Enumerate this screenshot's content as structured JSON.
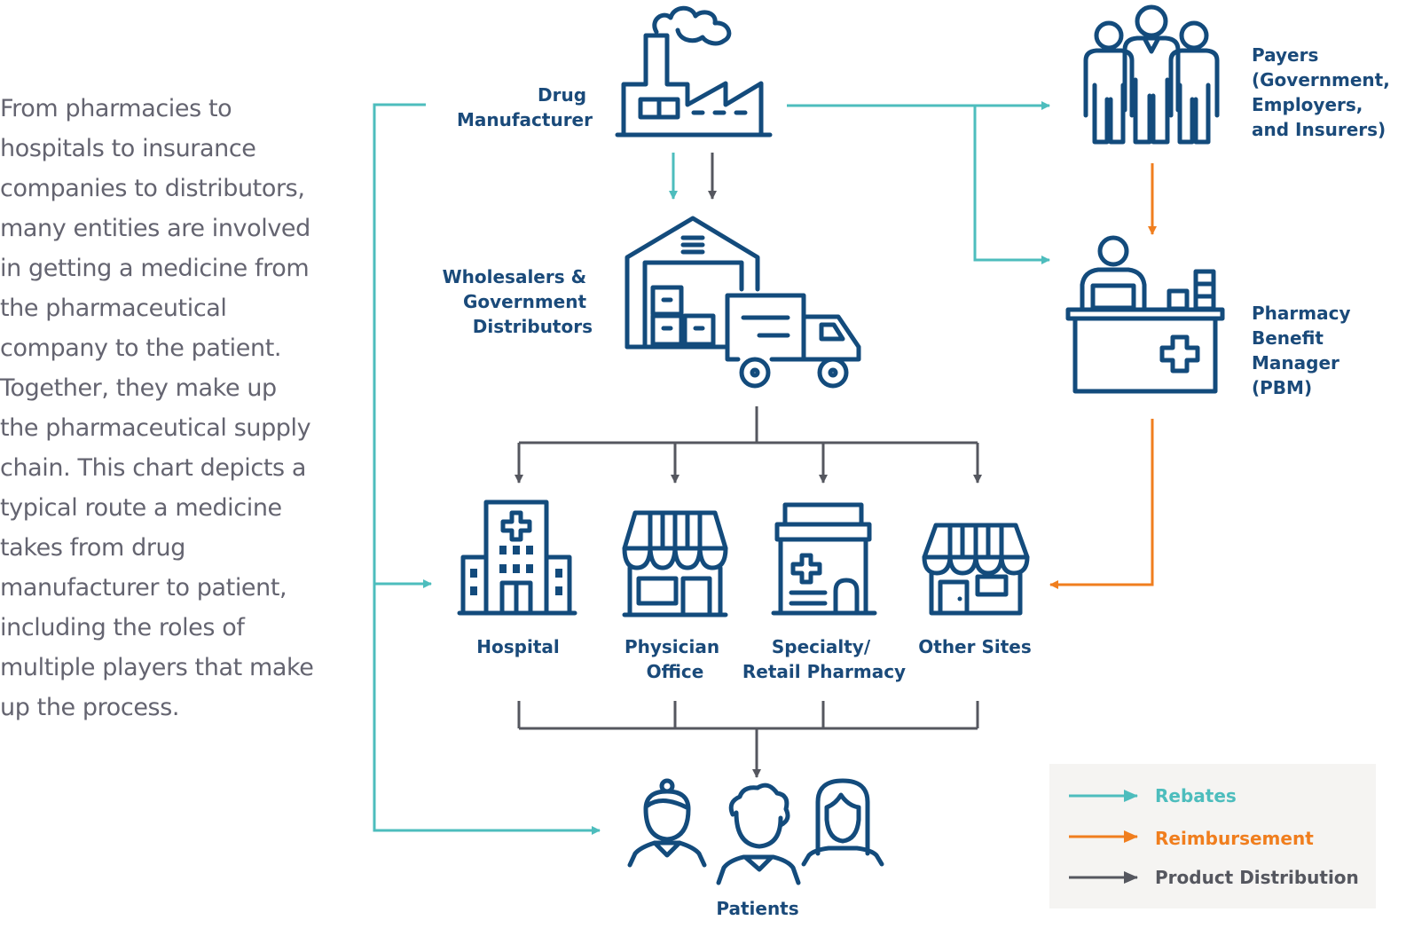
{
  "intro_text": "From pharmacies to hospitals to insurance companies to distributors, many entities are involved in getting a medicine from the pharmaceutical company to the patient. Together, they make up the pharmaceutical supply chain. This chart depicts a typical route a medicine takes from drug manufacturer to patient, including the roles of multiple players that make up the process.",
  "nodes": {
    "manufacturer": [
      "Drug",
      "Manufacturer"
    ],
    "wholesalers": [
      "Wholesalers &",
      "Government",
      "Distributors"
    ],
    "payers": [
      "Payers",
      "(Government,",
      "Employers,",
      "and Insurers)"
    ],
    "pbm": [
      "Pharmacy",
      "Benefit",
      "Manager",
      "(PBM)"
    ],
    "hospital": [
      "Hospital"
    ],
    "physician": [
      "Physician",
      "Office"
    ],
    "pharmacy": [
      "Specialty/",
      "Retail Pharmacy"
    ],
    "other": [
      "Other Sites"
    ],
    "patients": [
      "Patients"
    ]
  },
  "legend": [
    {
      "label": "Rebates",
      "color": "#4dbdbd"
    },
    {
      "label": "Reimbursement",
      "color": "#f07e1e"
    },
    {
      "label": "Product Distribution",
      "color": "#55575f"
    }
  ],
  "colors": {
    "icon": "#134b7c",
    "label": "#1a4a7a",
    "rebates": "#4dbdbd",
    "reimbursement": "#f07e1e",
    "product": "#55575f",
    "legend_bg": "#f5f4f2",
    "body_text": "#646470"
  },
  "edges": [
    {
      "from": "manufacturer",
      "to": "wholesalers",
      "type": "rebates"
    },
    {
      "from": "manufacturer",
      "to": "wholesalers",
      "type": "product"
    },
    {
      "from": "manufacturer",
      "to": "payers",
      "type": "rebates"
    },
    {
      "from": "manufacturer",
      "to": "pbm",
      "type": "rebates"
    },
    {
      "from": "manufacturer",
      "to": "hospital",
      "type": "rebates"
    },
    {
      "from": "manufacturer",
      "to": "patients",
      "type": "rebates"
    },
    {
      "from": "payers",
      "to": "pbm",
      "type": "reimbursement"
    },
    {
      "from": "pbm",
      "to": "other",
      "type": "reimbursement"
    },
    {
      "from": "wholesalers",
      "to": "hospital",
      "type": "product"
    },
    {
      "from": "wholesalers",
      "to": "physician",
      "type": "product"
    },
    {
      "from": "wholesalers",
      "to": "pharmacy",
      "type": "product"
    },
    {
      "from": "wholesalers",
      "to": "other",
      "type": "product"
    },
    {
      "from": "hospital",
      "to": "patients",
      "type": "product"
    },
    {
      "from": "physician",
      "to": "patients",
      "type": "product"
    },
    {
      "from": "pharmacy",
      "to": "patients",
      "type": "product"
    },
    {
      "from": "other",
      "to": "patients",
      "type": "product"
    }
  ]
}
